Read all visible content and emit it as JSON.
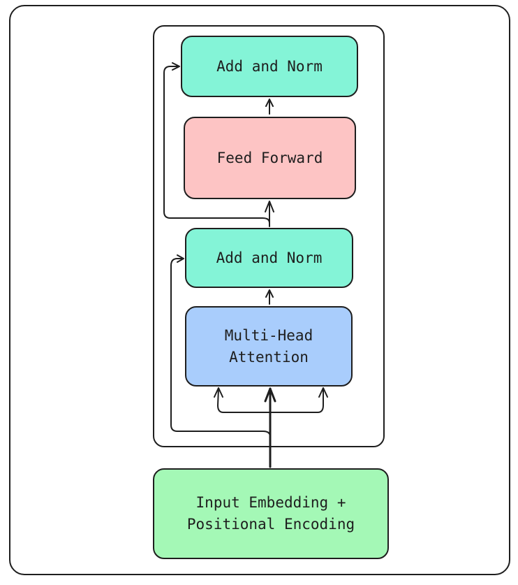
{
  "blocks": {
    "add_norm_top": "Add and Norm",
    "feed_forward": "Feed Forward",
    "add_norm_bottom": "Add and Norm",
    "multi_head_attention": "Multi-Head\nAttention",
    "input_embedding": "Input Embedding +\nPositional Encoding"
  },
  "colors": {
    "add_norm": "#84f4d7",
    "feed_forward": "#fdc4c4",
    "multi_head_attention": "#a9cdfc",
    "input_embedding": "#a4f8b6",
    "stroke": "#1e1e1e"
  }
}
